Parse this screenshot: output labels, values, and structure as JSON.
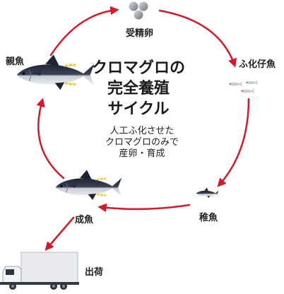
{
  "center": {
    "title_lines": [
      "クロマグロの",
      "完全養殖",
      "サイクル"
    ],
    "note_lines": [
      "人工ふ化させた",
      "クロマグロのみで",
      "産卵・育成"
    ]
  },
  "stages": {
    "eggs": "受精卵",
    "hatch": "ふ化仔魚",
    "juvenile": "稚魚",
    "adult": "成魚",
    "parent": "親魚",
    "shipping": "出荷"
  },
  "colors": {
    "arrow": "#d7182a",
    "tuna_back": "#1e2432",
    "tuna_belly": "#e6e8ec",
    "tuna_fin": "#f0c419"
  }
}
